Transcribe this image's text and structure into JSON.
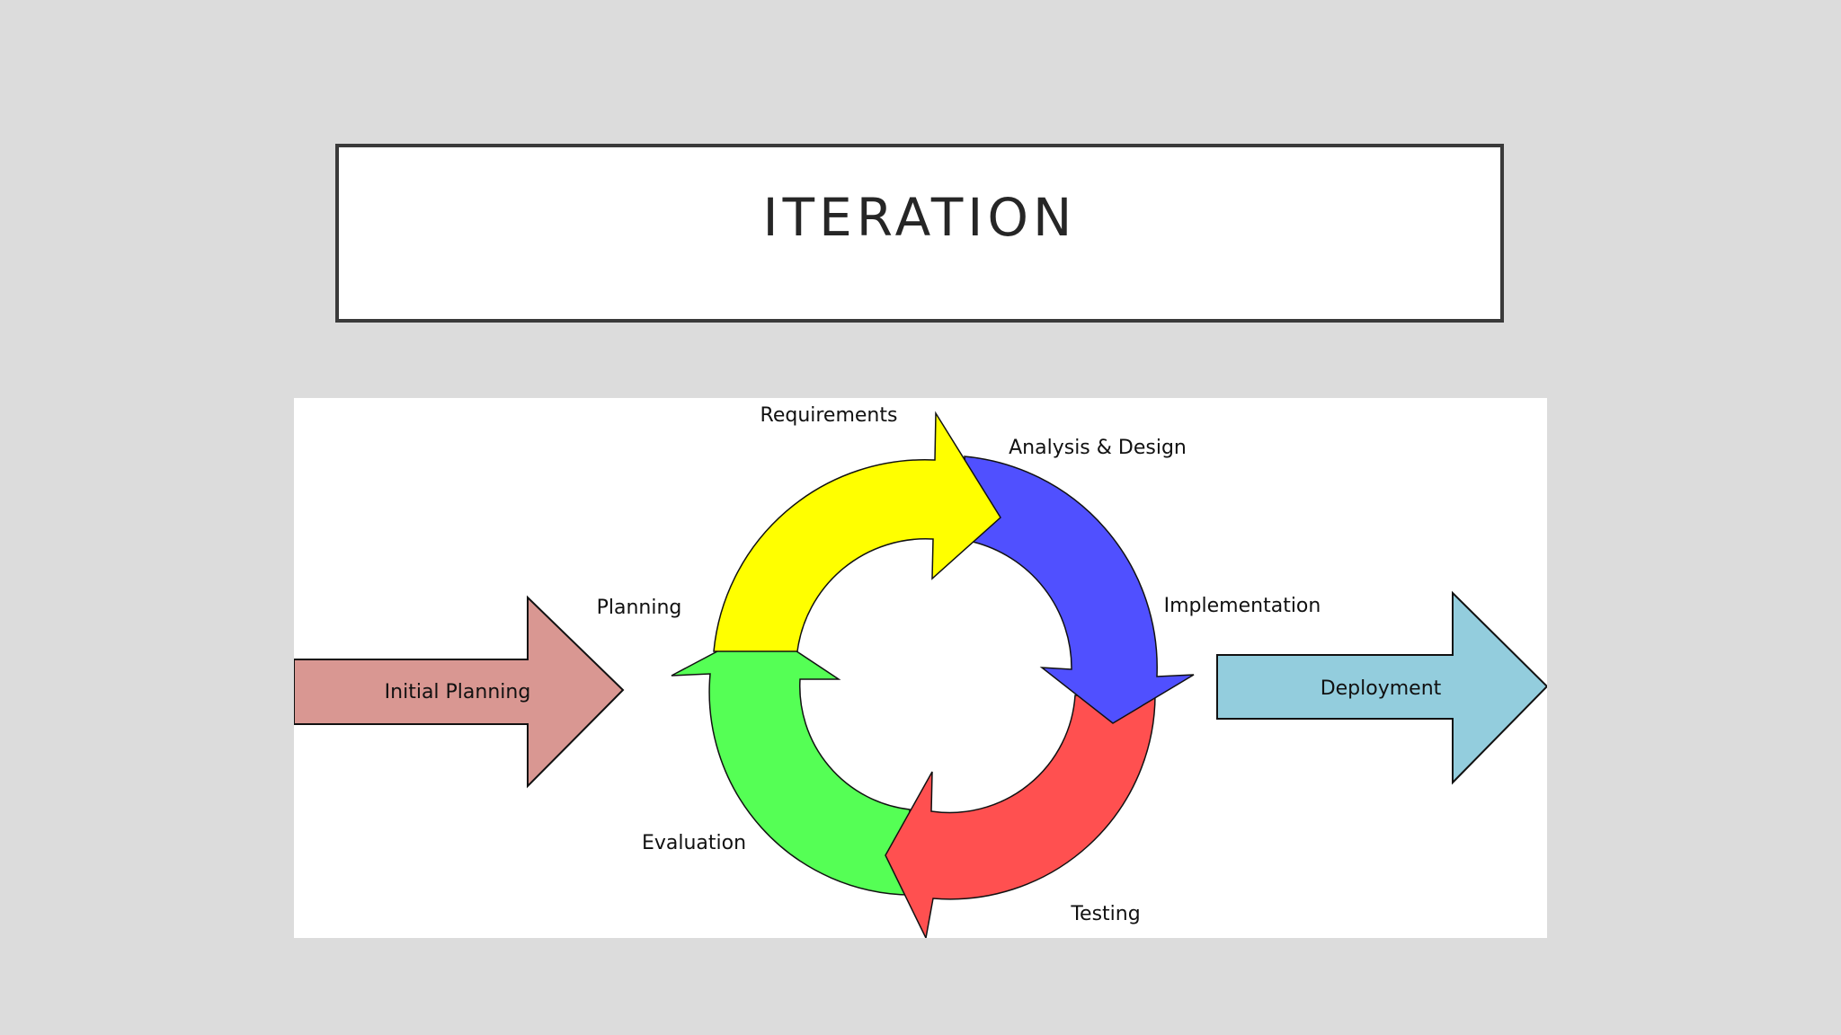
{
  "slide": {
    "title": "ITERATION"
  },
  "diagram": {
    "input_arrow": {
      "label": "Initial Planning",
      "color": "#d99792"
    },
    "output_arrow": {
      "label": "Deployment",
      "color": "#93cddd"
    },
    "cycle": [
      {
        "label": "Requirements",
        "color": "#ffff00"
      },
      {
        "label": "Analysis & Design",
        "color": "#5050ff"
      },
      {
        "label": "Implementation",
        "color": "#5050ff"
      },
      {
        "label": "Testing",
        "color": "#ff5050"
      },
      {
        "label": "Evaluation",
        "color": "#55ff55"
      },
      {
        "label": "Planning",
        "color": "#55ff55"
      }
    ]
  }
}
